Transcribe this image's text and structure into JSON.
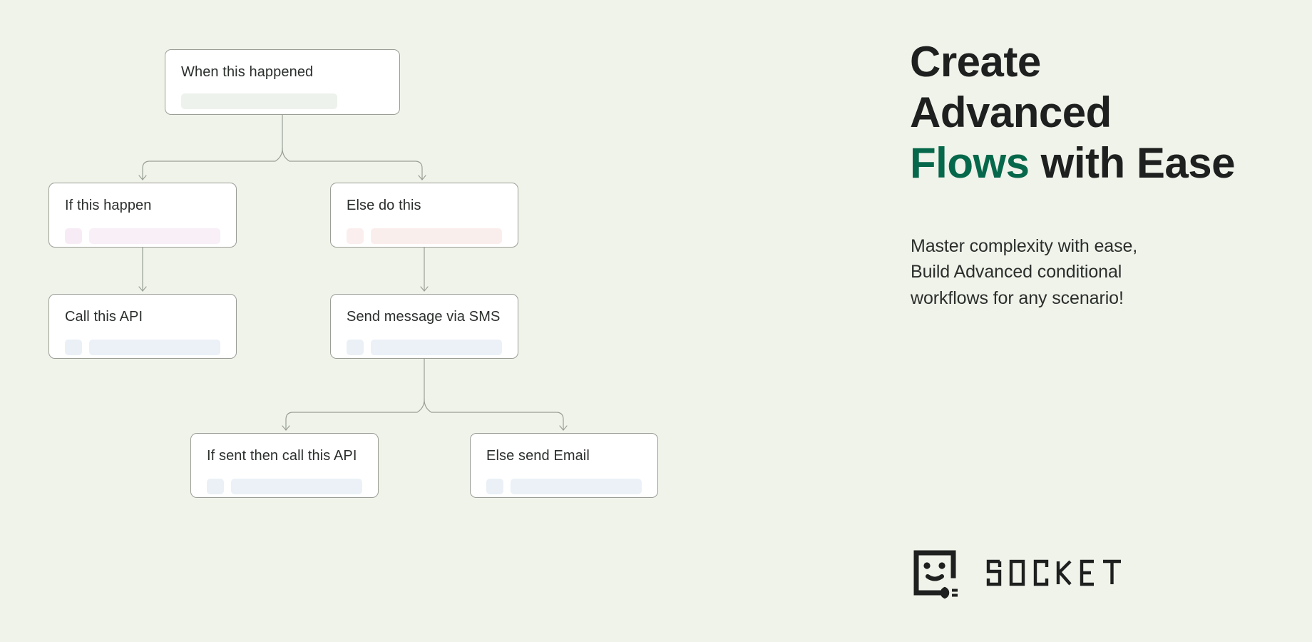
{
  "background_color": "#f0f3ea",
  "promo": {
    "headline": {
      "line1": "Create",
      "line2": "Advanced",
      "accent_word": "Flows",
      "line3_rest": " with Ease",
      "accent_color": "#06684a",
      "text_color": "#1d201e"
    },
    "subhead": {
      "line1": "Master complexity with ease,",
      "line2": "Build Advanced conditional",
      "line3": "workflows for any scenario!"
    },
    "logo": {
      "wordmark": "SOCKET",
      "mark_name": "socket-face-plug-logo",
      "color": "#1d201e"
    }
  },
  "flow": {
    "nodes": [
      {
        "id": "trigger",
        "title": "When this happened",
        "chip_color": "",
        "bar_color": "#edf3ec",
        "has_chip": false
      },
      {
        "id": "if-branch",
        "title": "If this happen",
        "chip_color": "#f7ecf5",
        "bar_color": "#f8eff7",
        "has_chip": true
      },
      {
        "id": "else-branch",
        "title": "Else do this",
        "chip_color": "#fbeeee",
        "bar_color": "#faeeec",
        "has_chip": true
      },
      {
        "id": "call-api",
        "title": "Call this API",
        "chip_color": "#eaf0f6",
        "bar_color": "#ebf1f7",
        "has_chip": true
      },
      {
        "id": "send-sms",
        "title": "Send message via SMS",
        "chip_color": "#eaf0f6",
        "bar_color": "#ebf1f7",
        "has_chip": true
      },
      {
        "id": "if-sent-api",
        "title": "If sent then call this API",
        "chip_color": "#eaf0f6",
        "bar_color": "#ebf1f7",
        "has_chip": true
      },
      {
        "id": "else-email",
        "title": "Else send Email",
        "chip_color": "#eaf0f6",
        "bar_color": "#ebf1f7",
        "has_chip": true
      }
    ],
    "edges": [
      {
        "from": "trigger",
        "to": "if-branch"
      },
      {
        "from": "trigger",
        "to": "else-branch"
      },
      {
        "from": "if-branch",
        "to": "call-api"
      },
      {
        "from": "else-branch",
        "to": "send-sms"
      },
      {
        "from": "send-sms",
        "to": "if-sent-api"
      },
      {
        "from": "send-sms",
        "to": "else-email"
      }
    ],
    "edge_color": "#9aa096",
    "node_border_color": "#9a9e96",
    "node_background": "#ffffff"
  }
}
